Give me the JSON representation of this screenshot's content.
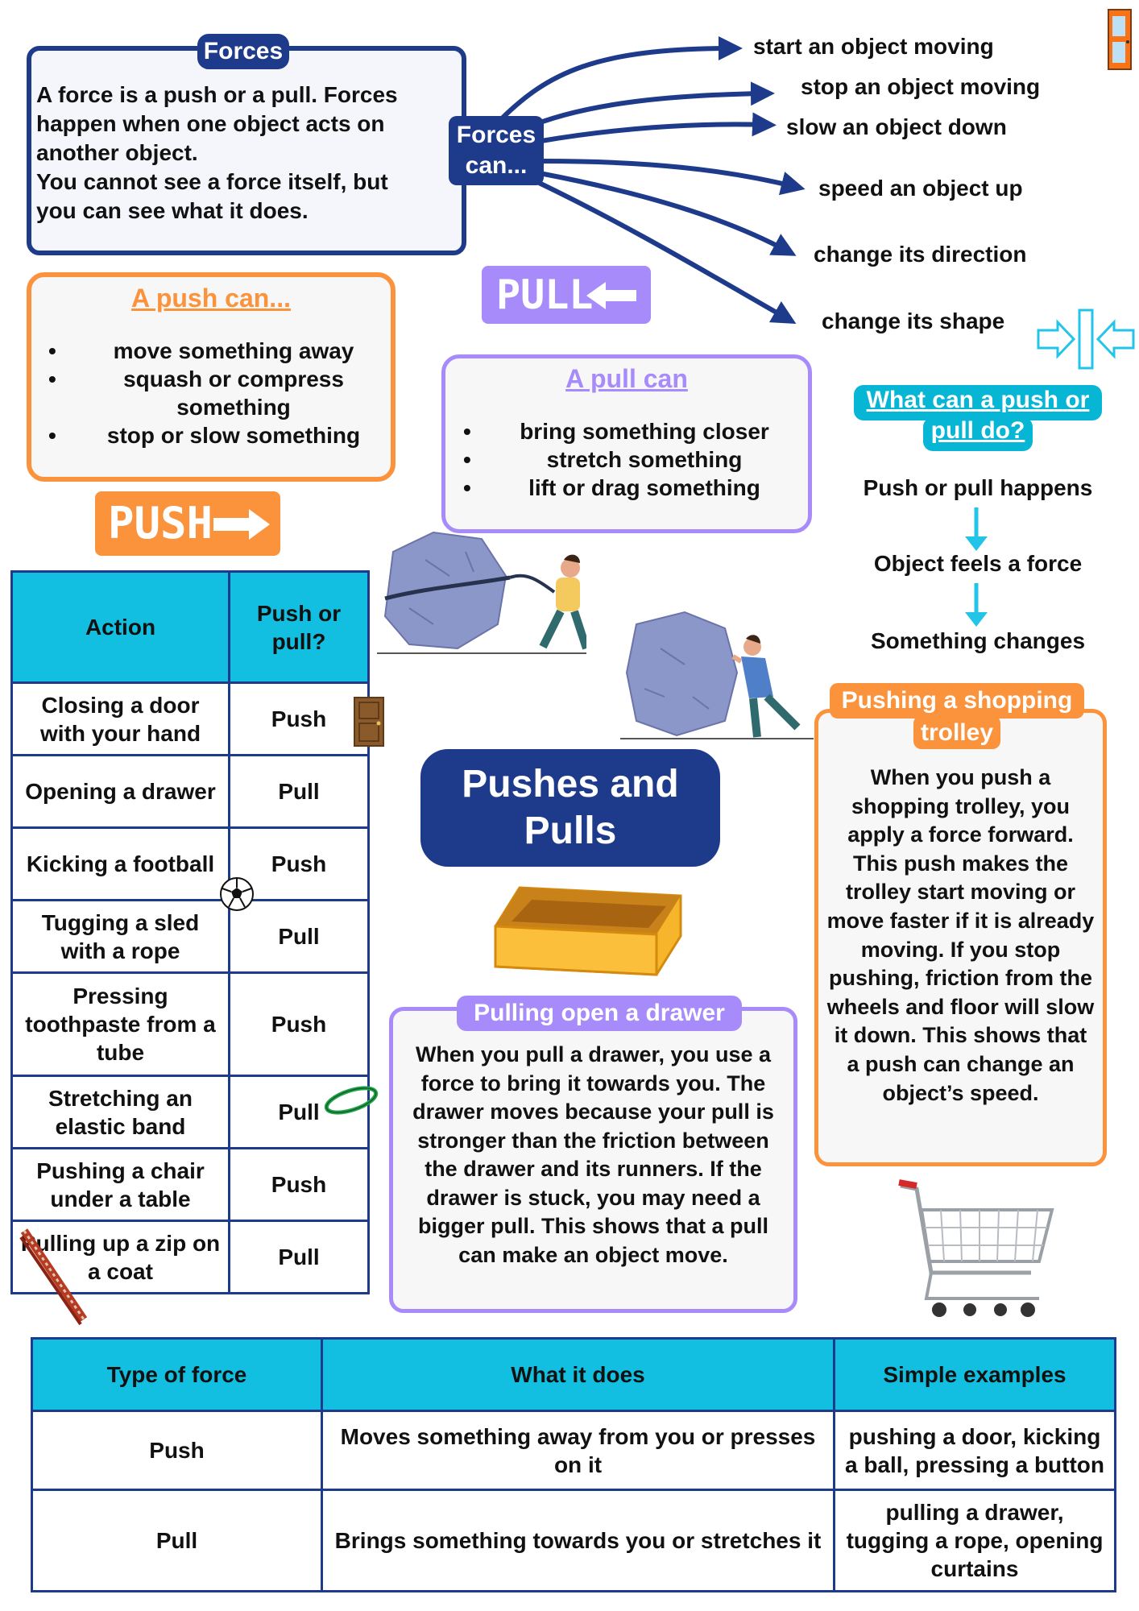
{
  "forces": {
    "title": "Forces",
    "text": "A force is a push or a pull. Forces\nhappen when one object acts on\nanother object.\n You cannot see a force itself, but\nyou can see what it does.",
    "can_label": "Forces\ncan...",
    "effects": [
      "start an object moving",
      "stop an object moving",
      "slow an object down",
      "speed an object up",
      "change its direction",
      "change its shape"
    ]
  },
  "signs": {
    "pull": "PULL",
    "push": "PUSH"
  },
  "push_box": {
    "title": "A push can...",
    "items": [
      "move something away",
      "squash or compress something",
      "stop or slow something"
    ]
  },
  "pull_box": {
    "title": "A pull can",
    "items": [
      "bring something closer",
      "stretch something",
      "lift or drag something"
    ]
  },
  "what": {
    "title_line1": "What can a push or",
    "title_line2": "pull do?",
    "steps": [
      "Push or pull happens",
      "Object feels a force",
      "Something changes"
    ]
  },
  "main_title": "Pushes and Pulls",
  "actions_table": {
    "headers": [
      "Action",
      "Push or pull?"
    ],
    "rows": [
      {
        "action": "Closing a door with your hand",
        "type": "Push"
      },
      {
        "action": "Opening a drawer",
        "type": "Pull"
      },
      {
        "action": "Kicking a football",
        "type": "Push"
      },
      {
        "action": "Tugging a sled with a rope",
        "type": "Pull"
      },
      {
        "action": "Pressing toothpaste from a tube",
        "type": "Push"
      },
      {
        "action": "Stretching an elastic band",
        "type": "Pull"
      },
      {
        "action": "Pushing a chair under a table",
        "type": "Push"
      },
      {
        "action": "Pulling up a zip on a coat",
        "type": "Pull"
      }
    ]
  },
  "drawer": {
    "title": "Pulling open a drawer",
    "text": "When you pull a drawer, you use a force to bring it towards you. The drawer moves because your pull is stronger than the friction between the drawer and its runners. If the drawer is stuck, you may need a bigger pull. This shows that a pull can make an object move."
  },
  "trolley": {
    "title": "Pushing a shopping trolley",
    "text": "When you push a shopping trolley, you apply a force forward. This push makes the trolley start moving or move faster if it is already moving. If you stop pushing, friction from the wheels and floor will slow it down. This shows that a push can change an object’s speed."
  },
  "force_table": {
    "headers": [
      "Type of force",
      "What it does",
      "Simple examples"
    ],
    "rows": [
      {
        "type": "Push",
        "does": "Moves something away from you or presses on it",
        "examples": "pushing a door, kicking a ball, pressing a button"
      },
      {
        "type": "Pull",
        "does": "Brings something towards you or stretches it",
        "examples": "pulling a drawer, tugging a rope, opening curtains"
      }
    ]
  },
  "colors": {
    "navy": "#1e3a8a",
    "orange": "#fb923c",
    "purple": "#a78bfa",
    "cyan": "#06b6d4"
  },
  "icons": [
    "door-icon",
    "compress-arrows-icon",
    "boulder-pull-illustration",
    "boulder-push-illustration",
    "drawer-icon",
    "football-icon",
    "elastic-band-icon",
    "zip-icon",
    "shopping-trolley-icon"
  ]
}
